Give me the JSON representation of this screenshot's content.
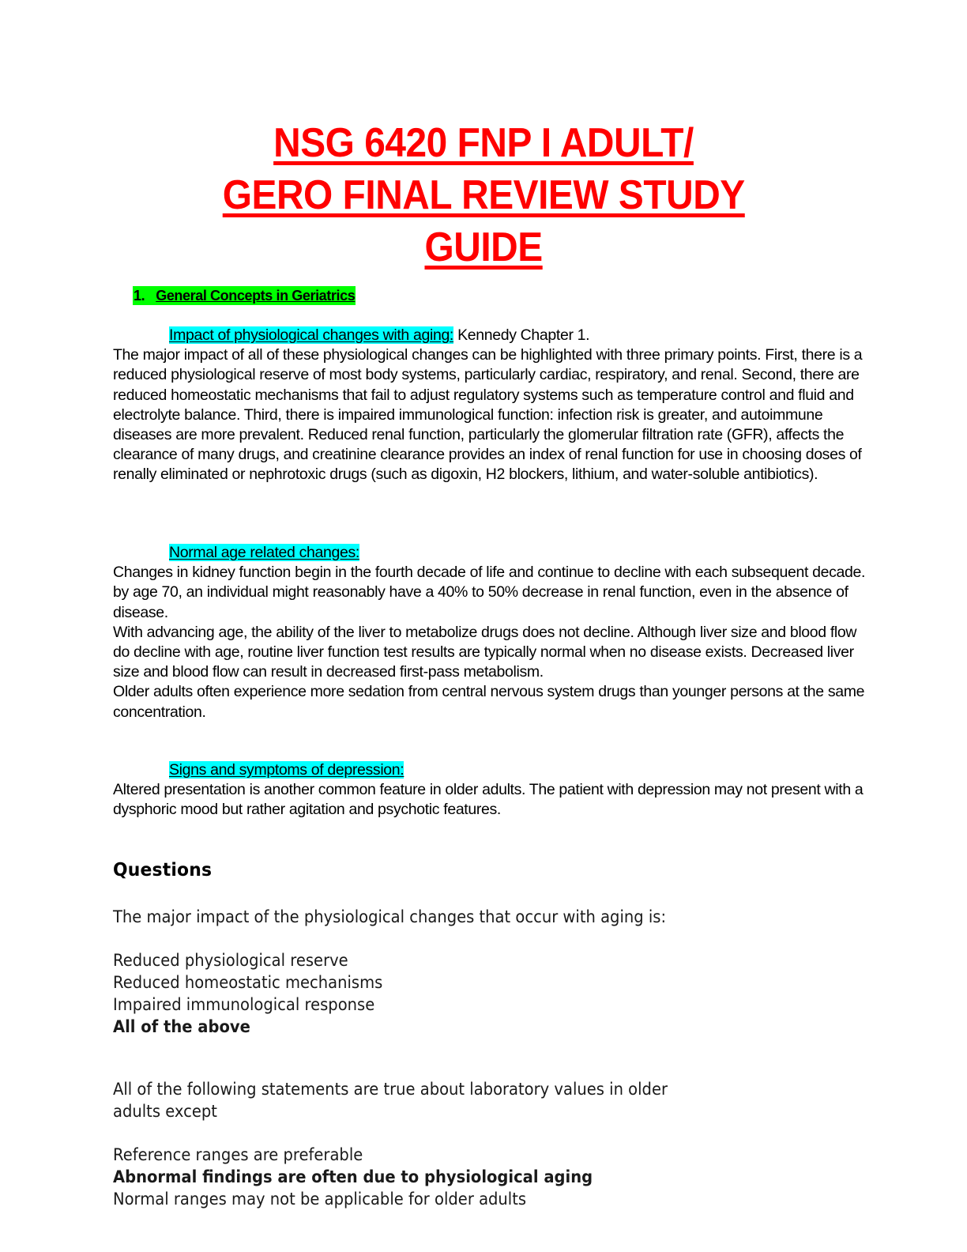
{
  "document": {
    "title_lines": [
      "NSG 6420 FNP I ADULT/",
      "GERO FINAL REVIEW STUDY",
      "GUIDE"
    ],
    "title_color": "#ff0000",
    "section": {
      "number": "1.",
      "heading": "General Concepts in Geriatrics",
      "highlight_color": "#00ff00"
    },
    "subsections": [
      {
        "heading": "Impact of physiological changes with aging:",
        "heading_suffix": " Kennedy Chapter 1.",
        "highlight_color": "#00ffff",
        "paragraphs": [
          "The major impact of all of these physiological changes can be highlighted with three primary points. First, there is a reduced physiological reserve of most body systems, particularly cardiac, respiratory, and renal. Second, there are reduced homeostatic mechanisms that fail to adjust regulatory systems such as temperature control and fluid and electrolyte balance. Third, there is impaired immunological function: infection risk is greater, and autoimmune diseases are more prevalent. Reduced renal function, particularly the glomerular filtration rate (GFR), affects the clearance of many drugs, and creatinine clearance provides an index of renal function for use in choosing doses of renally eliminated or nephrotoxic drugs (such as digoxin, H2 blockers, lithium, and water-soluble antibiotics)."
        ]
      },
      {
        "heading": "Normal age related changes:",
        "heading_suffix": "",
        "highlight_color": "#00ffff",
        "paragraphs": [
          "Changes in kidney function begin in the fourth decade of life and continue to decline with each subsequent decade. by age 70, an individual might reasonably have a 40% to 50% decrease in renal function, even in the absence of disease.",
          "With advancing age, the ability of the liver to metabolize drugs does not decline. Although liver size and blood flow do decline with age, routine liver function test results are typically normal when no disease exists. Decreased liver size and blood flow can result in decreased first-pass metabolism.",
          "Older adults often experience more sedation from central nervous system drugs than younger persons at the same concentration."
        ]
      },
      {
        "heading": "Signs and symptoms of depression:",
        "heading_suffix": "",
        "highlight_color": "#00ffff",
        "paragraphs": [
          "Altered presentation is another common feature in older adults. The patient with depression may not present with a dysphoric mood but rather agitation and psychotic features."
        ]
      }
    ],
    "questions": {
      "title": "Questions",
      "items": [
        {
          "question_lines": [
            "The major impact of the physiological changes that occur with aging is:"
          ],
          "options": [
            {
              "text": "Reduced physiological reserve",
              "correct": false
            },
            {
              "text": "Reduced homeostatic mechanisms",
              "correct": false
            },
            {
              "text": "Impaired immunological response",
              "correct": false
            },
            {
              "text": "All of the above",
              "correct": true
            }
          ]
        },
        {
          "question_lines": [
            "All of the following statements are true about laboratory values in older",
            "adults except"
          ],
          "options": [
            {
              "text": "Reference ranges are preferable",
              "correct": false
            },
            {
              "text": "Abnormal findings are often due to physiological aging",
              "correct": true
            },
            {
              "text": "Normal ranges may not be applicable for older adults",
              "correct": false
            }
          ]
        }
      ]
    }
  }
}
